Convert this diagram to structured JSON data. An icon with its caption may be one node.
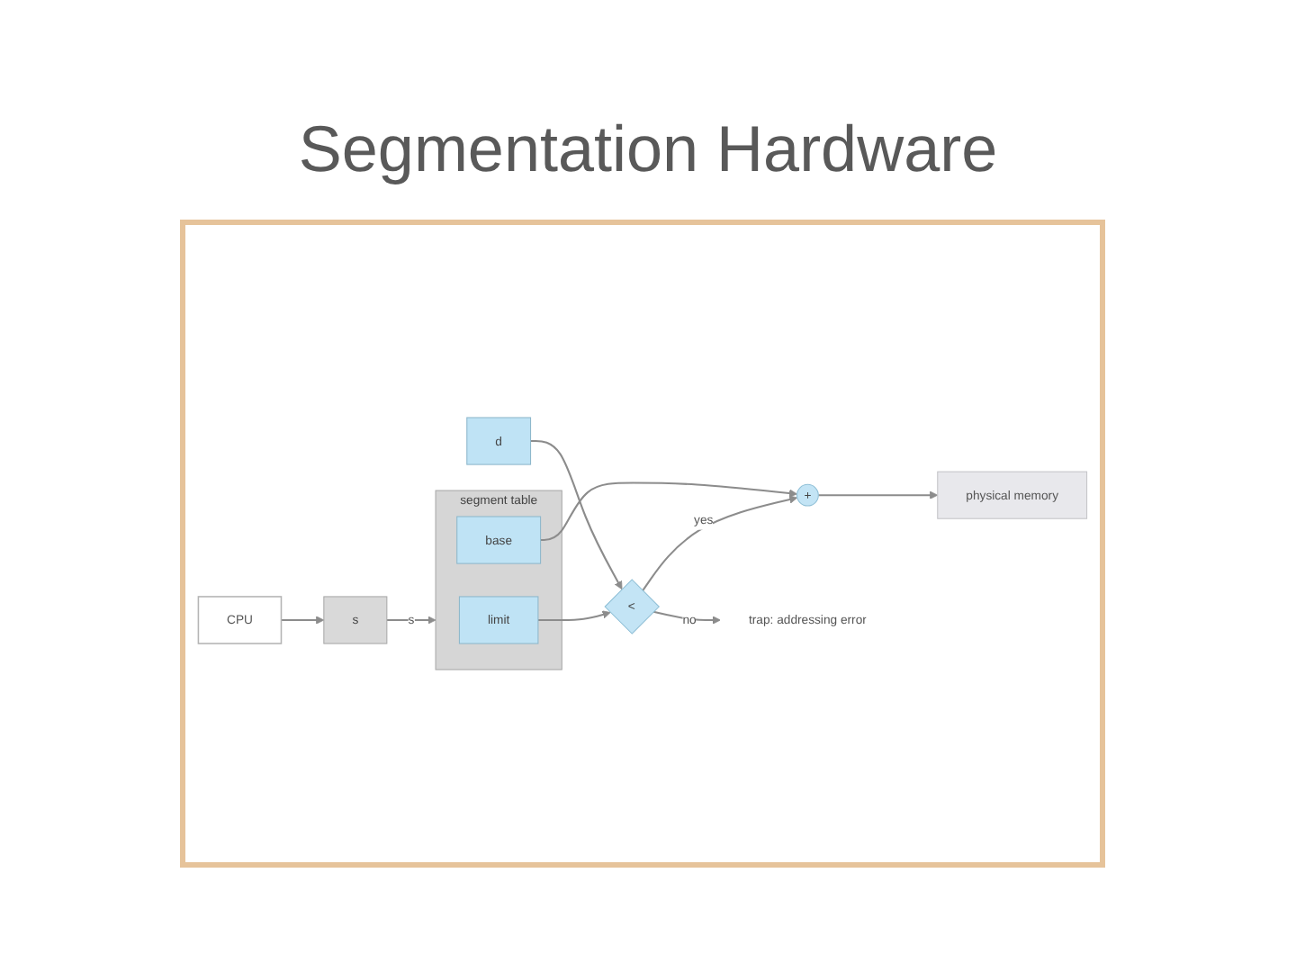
{
  "diagram": {
    "title": "Segmentation Hardware",
    "nodes": [
      {
        "text": [
          "CPU"
        ]
      },
      {
        "text": [
          "s"
        ]
      },
      {
        "text": [
          "d"
        ]
      },
      {
        "text": [
          "segment table"
        ]
      },
      {
        "text": [
          "limit"
        ],
        "in": 3
      },
      {
        "text": [
          "base"
        ],
        "in": 3
      },
      {
        "text": [
          "<"
        ]
      },
      {
        "text": [
          "+"
        ]
      },
      {
        "text": [
          "physical memory"
        ]
      },
      {
        "text": [
          "trap: addressing error"
        ]
      }
    ],
    "edges": [
      {
        "from": 0,
        "to": 1,
        "arrow": "to"
      },
      {
        "from": 1,
        "to": 3,
        "arrow": "to",
        "label": "s"
      },
      {
        "from": 4,
        "to": 6,
        "arrow": "to"
      },
      {
        "from": 2,
        "to": 6,
        "arrow": "to"
      },
      {
        "from": 6,
        "to": 7,
        "arrow": "to",
        "label": "yes"
      },
      {
        "from": 6,
        "to": 9,
        "arrow": "to",
        "label": "no"
      },
      {
        "from": 5,
        "to": 7,
        "arrow": "to"
      },
      {
        "from": 7,
        "to": 8,
        "arrow": "to"
      }
    ]
  }
}
